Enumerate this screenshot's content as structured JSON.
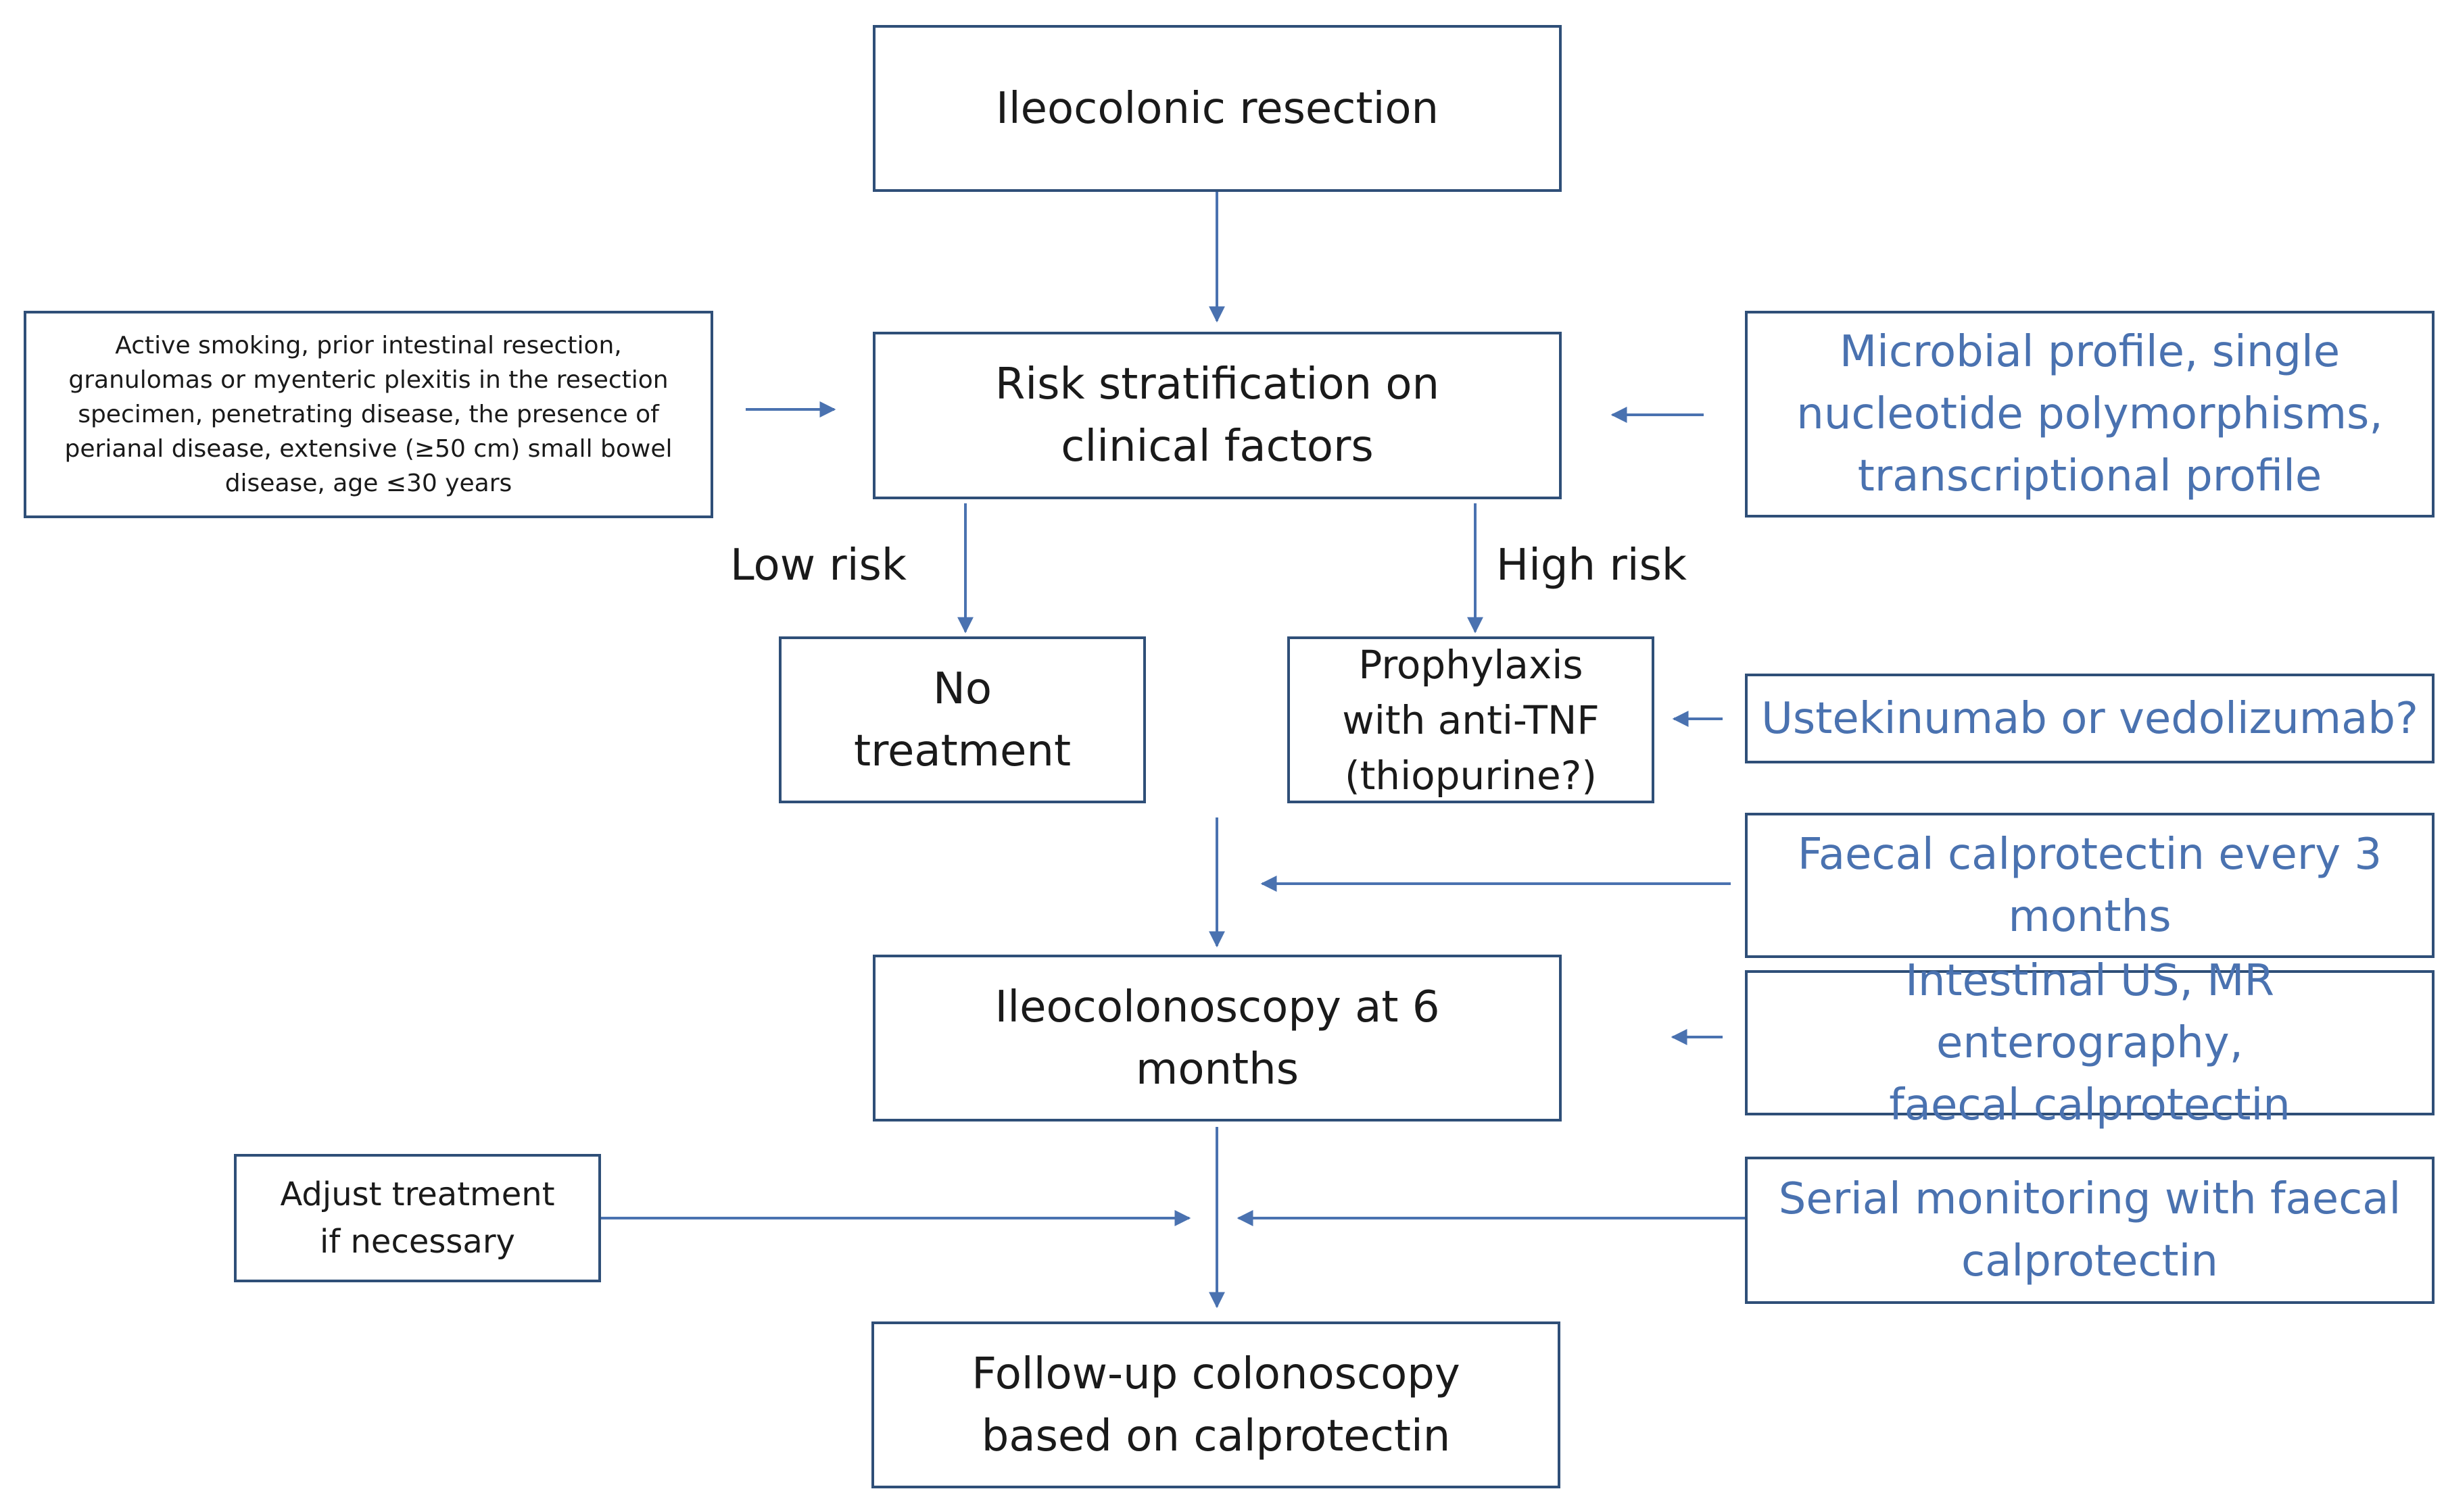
{
  "nodes": {
    "resection": "Ileocolonic resection",
    "risk": "Risk stratification on\nclinical factors",
    "clinical_factors": "Active smoking, prior intestinal resection,\ngranulomas or myenteric plexitis in the resection\nspecimen, penetrating disease, the presence of\nperianal disease, extensive (≥50 cm) small bowel\ndisease, age ≤30 years",
    "biomarkers": "Microbial profile, single\nnucleotide polymorphisms,\ntranscriptional profile",
    "no_treatment": "No\ntreatment",
    "prophylaxis": "Prophylaxis\nwith anti-TNF\n(thiopurine?)",
    "alternatives": "Ustekinumab or vedolizumab?",
    "calprotectin_3m": "Faecal calprotectin every 3\nmonths",
    "colonoscopy_6m": "Ileocolonoscopy at 6\nmonths",
    "imaging": "Intestinal US, MR enterography,\nfaecal calprotectin",
    "adjust": "Adjust treatment\nif necessary",
    "serial": "Serial monitoring with faecal\ncalprotectin",
    "followup": "Follow-up colonoscopy\nbased on calprotectin"
  },
  "labels": {
    "low_risk": "Low risk",
    "high_risk": "High risk"
  },
  "colors": {
    "box_border": "#2f4f78",
    "arrow": "#4a72b0",
    "blue_text": "#4a72b0",
    "black_text": "#1a1a1a"
  }
}
